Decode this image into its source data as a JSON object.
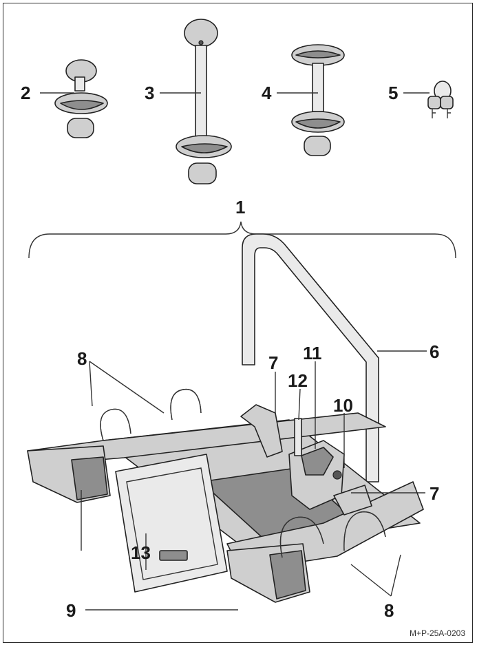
{
  "colors": {
    "line": "#333333",
    "label": "#1a1a1a",
    "part_fill": "#cfcfcf",
    "part_dark": "#8e8e8e",
    "frame": "#2b2b2b"
  },
  "callouts": {
    "c1": "1",
    "c2": "2",
    "c3": "3",
    "c4": "4",
    "c5": "5",
    "c6": "6",
    "c7a": "7",
    "c7b": "7",
    "c8a": "8",
    "c8b": "8",
    "c9": "9",
    "c10": "10",
    "c11": "11",
    "c12": "12",
    "c13": "13"
  },
  "figure_code": "M+P-25A-0203"
}
